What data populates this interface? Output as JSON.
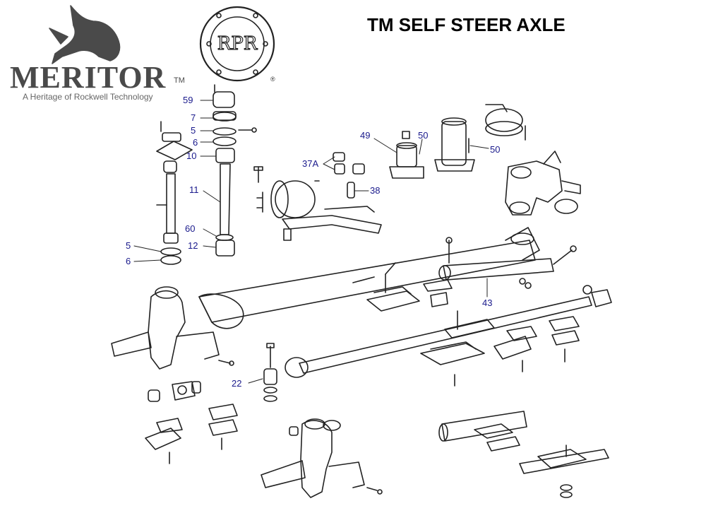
{
  "title": "TM SELF STEER AXLE",
  "brand": {
    "name": "MERITOR",
    "trademark": "TM",
    "tagline": "A Heritage of Rockwell Technology",
    "emblem_text": "RPR",
    "registered_mark": "®"
  },
  "callouts": [
    "59",
    "7",
    "5",
    "6",
    "10",
    "11",
    "60",
    "12",
    "5",
    "6",
    "37A",
    "49",
    "50",
    "50",
    "38",
    "43",
    "22"
  ],
  "colors": {
    "line": "#222222",
    "callout_text": "#1a1a8c",
    "logo_gray": "#4a4a4a"
  }
}
